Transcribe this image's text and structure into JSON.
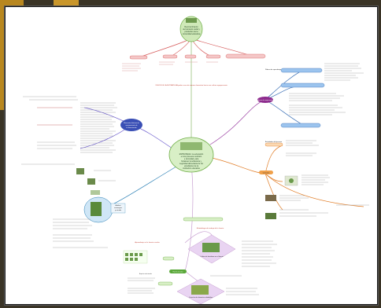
{
  "central": {
    "title_lines": [
      "ESTRATEGIA: La educación",
      "en los procesos nutrición",
      "e inocuidad, para",
      "fortalecer la soberanía y",
      "seguridad alimentaria de los",
      "estudiantes de la",
      "institución educativa"
    ]
  },
  "top_node": {
    "lines": [
      "Reconocimiento",
      "del contexto social y",
      "productivo de la",
      "comunidad educativa"
    ]
  },
  "top_caption": "VISION DE LA ESTRATEGIA poder crear de manera formativa hacia una cultura agropecuaria",
  "right_nodes": [
    {
      "text": "Rubros de aprendizaje"
    },
    {
      "text": "Actividades del proceso"
    },
    {
      "text": "Consumo"
    },
    {
      "text": "Saberes de mejoramiento"
    }
  ],
  "left_node": {
    "lines": [
      "Elementos básicos de",
      "mejoramiento de",
      "la alimentación"
    ]
  },
  "small_left_node": {
    "lines": [
      "Análisis",
      "estrategias",
      "y estudio"
    ]
  },
  "bottom_node": {
    "text": "Huerta escolar"
  },
  "bottom_caption": "Aprendizaje en la huerta escolar",
  "diamond_1": {
    "text": "Cultivo de hortalizas en el huerto"
  },
  "diamond_2": {
    "text": "Cosecha de alimentos saludables"
  },
  "mid_caption": "Metodologia de trabajo de la huerta",
  "label_bottom_left": "Aspectos nutricionales"
}
